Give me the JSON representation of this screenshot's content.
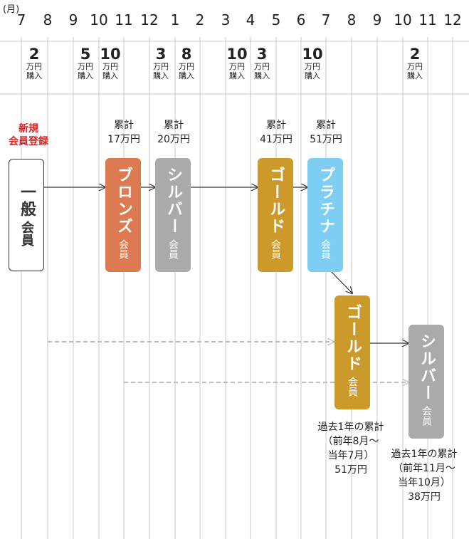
{
  "unit_label": "(月)",
  "months": [
    "7",
    "8",
    "9",
    "10",
    "11",
    "12",
    "1",
    "2",
    "3",
    "4",
    "5",
    "6",
    "7",
    "8",
    "9",
    "10",
    "11",
    "12"
  ],
  "purchases": [
    {
      "amount": "2",
      "unit1": "万円",
      "unit2": "購入"
    },
    {
      "amount": "5",
      "unit1": "万円",
      "unit2": "購入"
    },
    {
      "amount": "10",
      "unit1": "万円",
      "unit2": "購入"
    },
    {
      "amount": "3",
      "unit1": "万円",
      "unit2": "購入"
    },
    {
      "amount": "8",
      "unit1": "万円",
      "unit2": "購入"
    },
    {
      "amount": "10",
      "unit1": "万円",
      "unit2": "購入"
    },
    {
      "amount": "3",
      "unit1": "万円",
      "unit2": "購入"
    },
    {
      "amount": "10",
      "unit1": "万円",
      "unit2": "購入"
    },
    {
      "amount": "2",
      "unit1": "万円",
      "unit2": "購入"
    }
  ],
  "new_registration": {
    "line1": "新規",
    "line2": "会員登録"
  },
  "cumulative": [
    {
      "label": "累計",
      "value": "17万円"
    },
    {
      "label": "累計",
      "value": "20万円"
    },
    {
      "label": "累計",
      "value": "41万円"
    },
    {
      "label": "累計",
      "value": "51万円"
    }
  ],
  "tiers": [
    {
      "name": "一般",
      "sub": "会員",
      "color": "#ffffff"
    },
    {
      "name": "ブロンズ",
      "sub": "会員",
      "color": "#dd7a52"
    },
    {
      "name": "シルバー",
      "sub": "会員",
      "color": "#aaaaaa"
    },
    {
      "name": "ゴールド",
      "sub": "会員",
      "color": "#cc9a2a"
    },
    {
      "name": "プラチナ",
      "sub": "会員",
      "color": "#7ecdf2"
    },
    {
      "name": "ゴールド",
      "sub": "会員",
      "color": "#cc9a2a"
    },
    {
      "name": "シルバー",
      "sub": "会員",
      "color": "#aaaaaa"
    }
  ],
  "notes": [
    {
      "line1": "過去1年の累計",
      "line2": "（前年8月～",
      "line3": "当年7月）",
      "line4": "51万円"
    },
    {
      "line1": "過去1年の累計",
      "line2": "（前年11月～",
      "line3": "当年10月）",
      "line4": "38万円"
    }
  ]
}
